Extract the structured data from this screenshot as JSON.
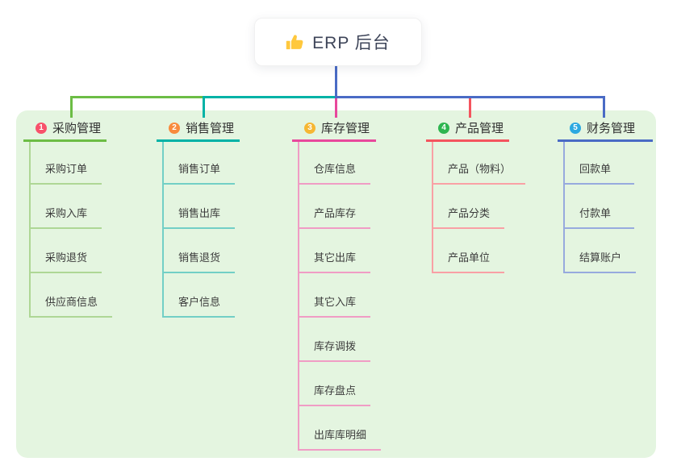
{
  "root": {
    "label": "ERP 后台",
    "icon": "thumbs-up-icon"
  },
  "connector_color": "#4a6bc5",
  "canvas_bg": "#e4f5e0",
  "branches": [
    {
      "badge": "1",
      "label": "采购管理",
      "color": "#6cbd45",
      "light_color": "#aed795",
      "badge_color": "#f8516b",
      "items": [
        "采购订单",
        "采购入库",
        "采购退货",
        "供应商信息"
      ]
    },
    {
      "badge": "2",
      "label": "销售管理",
      "color": "#00b2a6",
      "light_color": "#72cfc6",
      "badge_color": "#f88b3d",
      "items": [
        "销售订单",
        "销售出库",
        "销售退货",
        "客户信息"
      ]
    },
    {
      "badge": "3",
      "label": "库存管理",
      "color": "#e8489c",
      "light_color": "#f09cc5",
      "badge_color": "#f6b733",
      "items": [
        "仓库信息",
        "产品库存",
        "其它出库",
        "其它入库",
        "库存调拨",
        "库存盘点",
        "出库库明细"
      ]
    },
    {
      "badge": "4",
      "label": "产品管理",
      "color": "#f4545e",
      "light_color": "#f9a0a5",
      "badge_color": "#2eb550",
      "items": [
        "产品（物料）",
        "产品分类",
        "产品单位"
      ]
    },
    {
      "badge": "5",
      "label": "财务管理",
      "color": "#4a6bc5",
      "light_color": "#97aade",
      "badge_color": "#2ca9e1",
      "items": [
        "回款单",
        "付款单",
        "结算账户"
      ]
    }
  ]
}
